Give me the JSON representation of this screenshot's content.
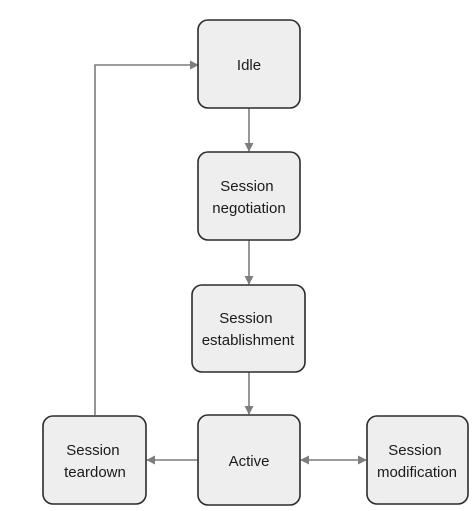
{
  "diagram": {
    "nodes": {
      "idle": {
        "lines": [
          "Idle"
        ]
      },
      "negotiation": {
        "lines": [
          "Session",
          "negotiation"
        ]
      },
      "establishment": {
        "lines": [
          "Session",
          "establishment"
        ]
      },
      "active": {
        "lines": [
          "Active"
        ]
      },
      "teardown": {
        "lines": [
          "Session",
          "teardown"
        ]
      },
      "modification": {
        "lines": [
          "Session",
          "modification"
        ]
      }
    },
    "edges": [
      {
        "from": "idle",
        "to": "negotiation",
        "direction": "forward"
      },
      {
        "from": "negotiation",
        "to": "establishment",
        "direction": "forward"
      },
      {
        "from": "establishment",
        "to": "active",
        "direction": "forward"
      },
      {
        "from": "active",
        "to": "teardown",
        "direction": "forward"
      },
      {
        "from": "active",
        "to": "modification",
        "direction": "bidirectional"
      },
      {
        "from": "teardown",
        "to": "idle",
        "direction": "forward"
      }
    ]
  }
}
